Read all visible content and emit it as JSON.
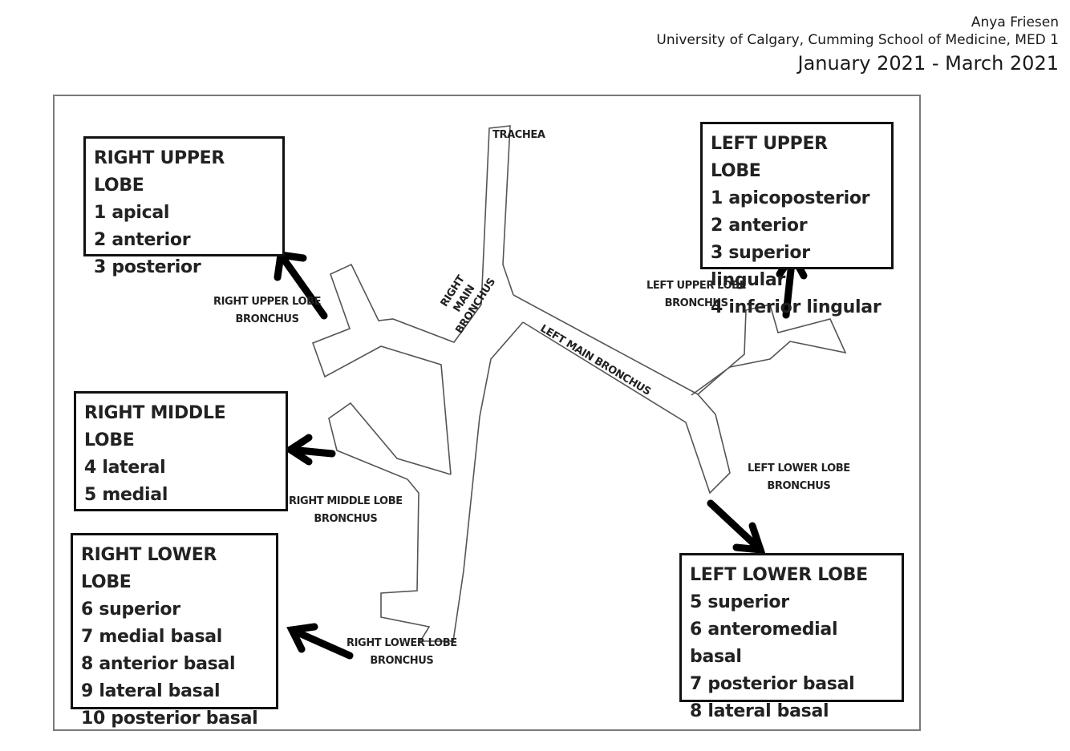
{
  "header": {
    "author": "Anya Friesen",
    "affiliation": "University of Calgary, Cumming School of Medicine, MED 1",
    "dates": "January 2021 - March 2021"
  },
  "diagram": {
    "trachea": "TRACHEA",
    "right_main_bronchus": [
      "RIGHT",
      "MAIN",
      "BRONCHUS"
    ],
    "left_main_bronchus": "LEFT MAIN BRONCHUS",
    "right_upper_lobe_bronchus": [
      "RIGHT UPPER LOBE",
      "BRONCHUS"
    ],
    "right_middle_lobe_bronchus": [
      "RIGHT MIDDLE LOBE",
      "BRONCHUS"
    ],
    "right_lower_lobe_bronchus": [
      "RIGHT LOWER LOBE",
      "BRONCHUS"
    ],
    "left_upper_lobe_bronchus": [
      "LEFT UPPER LOBE",
      "BRONCHUS"
    ],
    "left_lower_lobe_bronchus": [
      "LEFT LOWER LOBE",
      "BRONCHUS"
    ]
  },
  "lobes": {
    "right_upper": {
      "title": "RIGHT UPPER LOBE",
      "segments": [
        "1 apical",
        "2 anterior",
        "3 posterior"
      ]
    },
    "right_middle": {
      "title": "RIGHT MIDDLE LOBE",
      "segments": [
        "4 lateral",
        "5 medial"
      ]
    },
    "right_lower": {
      "title": "RIGHT LOWER LOBE",
      "segments": [
        "6 superior",
        "7 medial basal",
        "8 anterior basal",
        "9 lateral basal",
        "10 posterior basal"
      ]
    },
    "left_upper": {
      "title": "LEFT UPPER LOBE",
      "segments": [
        "1 apicoposterior",
        "2 anterior",
        "3 superior lingular",
        "4 inferior lingular"
      ]
    },
    "left_lower": {
      "title": "LEFT LOWER LOBE",
      "segments": [
        "5 superior",
        "6 anteromedial basal",
        "7 posterior basal",
        "8 lateral basal"
      ]
    }
  }
}
